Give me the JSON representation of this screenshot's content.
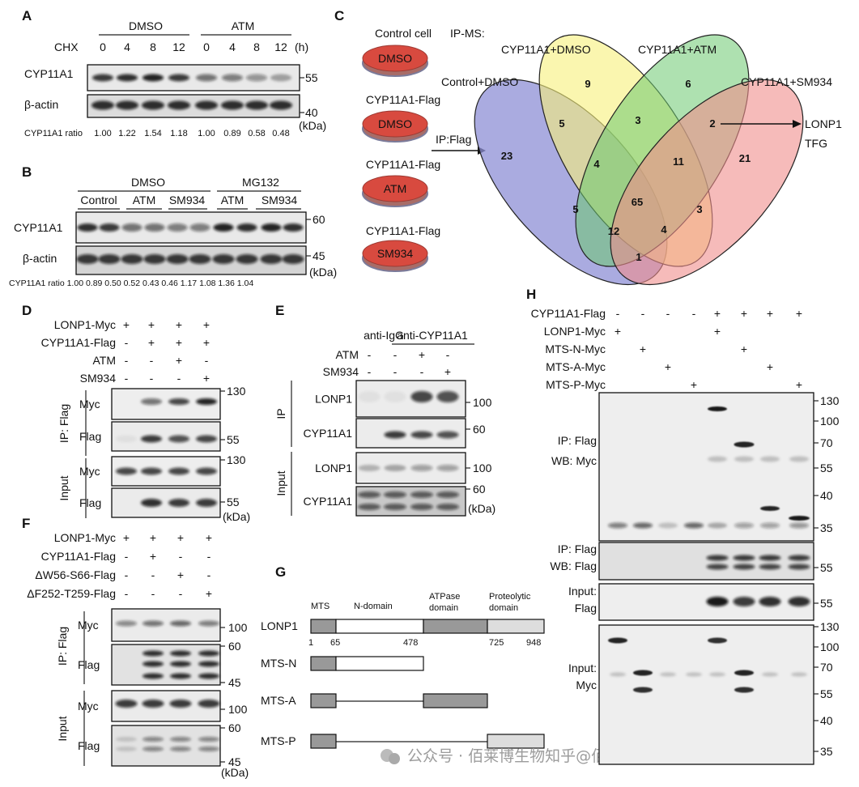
{
  "panelA": {
    "letter": "A",
    "treatments": [
      "DMSO",
      "ATM"
    ],
    "chx_label": "CHX",
    "timepoints": [
      "0",
      "4",
      "8",
      "12",
      "0",
      "4",
      "8",
      "12"
    ],
    "time_unit": "(h)",
    "rows": [
      "CYP11A1",
      "β-actin"
    ],
    "markers": [
      "55",
      "40"
    ],
    "kda": "(kDa)",
    "ratio_label": "CYP11A1 ratio",
    "ratios": [
      "1.00",
      "1.22",
      "1.54",
      "1.18",
      "1.00",
      "0.89",
      "0.58",
      "0.48"
    ]
  },
  "panelB": {
    "letter": "B",
    "groups": [
      "DMSO",
      "MG132"
    ],
    "conditions": [
      "Control",
      "ATM",
      "SM934",
      "ATM",
      "SM934"
    ],
    "rows": [
      "CYP11A1",
      "β-actin"
    ],
    "markers": [
      "60",
      "45"
    ],
    "kda": "(kDa)",
    "ratio_text": "CYP11A1 ratio 1.00  0.89  0.50  0.52  0.43  0.46  1.17  1.08  1.36  1.04"
  },
  "panelC": {
    "letter": "C",
    "cells": [
      {
        "label": "Control cell",
        "dish": "DMSO"
      },
      {
        "label": "CYP11A1-Flag",
        "dish": "DMSO"
      },
      {
        "label": "CYP11A1-Flag",
        "dish": "ATM"
      },
      {
        "label": "CYP11A1-Flag",
        "dish": "SM934"
      }
    ],
    "ipms_label": "IP-MS:",
    "ipflag_label": "IP:Flag",
    "sets": [
      "Control+DMSO",
      "CYP11A1+DMSO",
      "CYP11A1+ATM",
      "CYP11A1+SM934"
    ],
    "counts": [
      "23",
      "9",
      "6",
      "21",
      "5",
      "3",
      "2",
      "4",
      "11",
      "65",
      "5",
      "12",
      "4",
      "3",
      "1"
    ],
    "callout": [
      "LONP1",
      "TFG"
    ],
    "colors": {
      "blue": "#8e8fd6",
      "yellow": "#f6f07a",
      "green": "#6cc870",
      "red": "#f08e8c"
    }
  },
  "panelD": {
    "letter": "D",
    "conds": [
      {
        "name": "LONP1-Myc",
        "v": [
          "+",
          "+",
          "+",
          "+"
        ]
      },
      {
        "name": "CYP11A1-Flag",
        "v": [
          "-",
          "+",
          "+",
          "+"
        ]
      },
      {
        "name": "ATM",
        "v": [
          "-",
          "-",
          "+",
          "-"
        ]
      },
      {
        "name": "SM934",
        "v": [
          "-",
          "-",
          "-",
          "+"
        ]
      }
    ],
    "sections": [
      "IP: Flag",
      "Input"
    ],
    "blots": [
      "Myc",
      "Flag",
      "Myc",
      "Flag"
    ],
    "markers": [
      "130",
      "55",
      "130",
      "55"
    ],
    "kda": "(kDa)"
  },
  "panelE": {
    "letter": "E",
    "ab": [
      "anti-IgG",
      "anti-CYP11A1"
    ],
    "conds": [
      {
        "name": "ATM",
        "v": [
          "-",
          "-",
          "+",
          "-"
        ]
      },
      {
        "name": "SM934",
        "v": [
          "-",
          "-",
          "-",
          "+"
        ]
      }
    ],
    "sections": [
      "IP",
      "Input"
    ],
    "blots": [
      "LONP1",
      "CYP11A1",
      "LONP1",
      "CYP11A1"
    ],
    "markers": [
      "100",
      "60",
      "100",
      "60"
    ],
    "kda": "(kDa)"
  },
  "panelF": {
    "letter": "F",
    "conds": [
      {
        "name": "LONP1-Myc",
        "v": [
          "+",
          "+",
          "+",
          "+"
        ]
      },
      {
        "name": "CYP11A1-Flag",
        "v": [
          "-",
          "+",
          "-",
          "-"
        ]
      },
      {
        "name": "ΔW56-S66-Flag",
        "v": [
          "-",
          "-",
          "+",
          "-"
        ]
      },
      {
        "name": "ΔF252-T259-Flag",
        "v": [
          "-",
          "-",
          "-",
          "+"
        ]
      }
    ],
    "sections": [
      "IP: Flag",
      "Input"
    ],
    "blots": [
      "Myc",
      "Flag",
      "Myc",
      "Flag"
    ],
    "markers": [
      "100",
      "60",
      "45",
      "100",
      "60",
      "45"
    ],
    "kda": "(kDa)"
  },
  "panelG": {
    "letter": "G",
    "domains": [
      "MTS",
      "N-domain",
      "ATPase\ndomain",
      "Proteolytic\ndomain"
    ],
    "proteins": [
      "LONP1",
      "MTS-N",
      "MTS-A",
      "MTS-P"
    ],
    "positions": [
      "1",
      "65",
      "478",
      "725",
      "948"
    ],
    "watermark": "公众号 · 佰莱博生物知乎@佰莱博生物"
  },
  "panelH": {
    "letter": "H",
    "conds": [
      {
        "name": "CYP11A1-Flag",
        "v": [
          "-",
          "-",
          "-",
          "-",
          "+",
          "+",
          "+",
          "+"
        ]
      },
      {
        "name": "LONP1-Myc",
        "v": [
          "+",
          "",
          "",
          "",
          "+",
          "",
          "",
          ""
        ]
      },
      {
        "name": "MTS-N-Myc",
        "v": [
          "",
          "+",
          "",
          "",
          "",
          "+",
          "",
          ""
        ]
      },
      {
        "name": "MTS-A-Myc",
        "v": [
          "",
          "",
          "+",
          "",
          "",
          "",
          "+",
          ""
        ]
      },
      {
        "name": "MTS-P-Myc",
        "v": [
          "",
          "",
          "",
          "+",
          "",
          "",
          "",
          "+"
        ]
      }
    ],
    "blots": [
      "IP: Flag\nWB: Myc",
      "IP: Flag\nWB: Flag",
      "Input:\nFlag",
      "Input:\nMyc"
    ],
    "markers": [
      "130",
      "100",
      "70",
      "55",
      "40",
      "35",
      "55",
      "55",
      "130",
      "100",
      "70",
      "55",
      "40",
      "35"
    ]
  }
}
